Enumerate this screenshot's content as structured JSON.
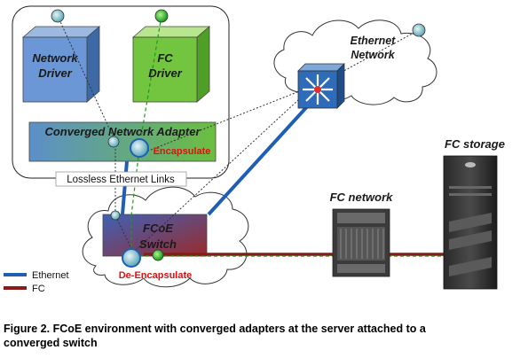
{
  "server": {
    "network_driver": [
      "Network",
      "Driver"
    ],
    "fc_driver": [
      "FC",
      "Driver"
    ],
    "adapter_label": "Converged Network Adapter",
    "encapsulate": "Encapsulate"
  },
  "links_label": "Lossless Ethernet Links",
  "ethernet_cloud": [
    "Ethernet",
    "Network"
  ],
  "fcoe_switch": [
    "FCoE",
    "Switch"
  ],
  "de_encapsulate": "De-Encapsulate",
  "fc_network": "FC network",
  "fc_storage": "FC storage",
  "legend": [
    {
      "label": "Ethernet",
      "color": "#1e5fb4"
    },
    {
      "label": "FC",
      "color": "#8b1a1a"
    }
  ],
  "caption": [
    "Figure 2.  FCoE environment with converged adapters at the server attached to a",
    "converged switch"
  ],
  "colors": {
    "ethernet": "#1e5fb4",
    "fc": "#8b1a1a",
    "fc_path": "#1a9a1a",
    "eth_path": "#333333"
  }
}
